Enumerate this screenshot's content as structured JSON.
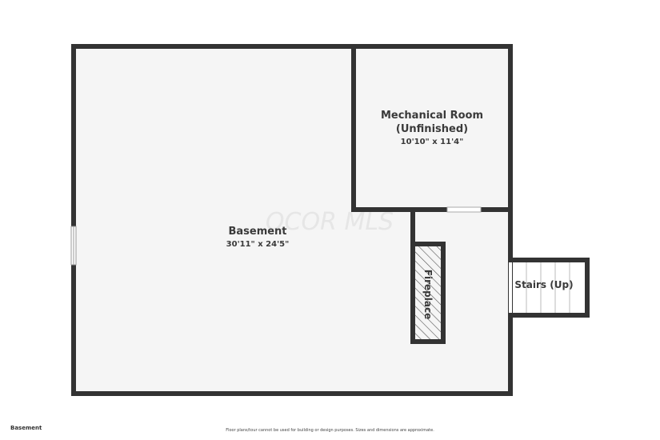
{
  "watermark": "OCOR MLS",
  "rooms": {
    "basement": {
      "name": "Basement",
      "dims": "30'11\" x 24'5\""
    },
    "mechanical": {
      "name_line1": "Mechanical Room",
      "name_line2": "(Unfinished)",
      "dims": "10'10\" x 11'4\""
    },
    "fireplace": {
      "name": "Fireplace"
    },
    "stairs": {
      "name": "Stairs (Up)"
    }
  },
  "footer": {
    "floor_label": "Basement",
    "disclaimer": "Floor plans/tour cannot be used for building or design purposes. Sizes and dimensions are approximate."
  },
  "colors": {
    "wall": "#333333",
    "floor": "#f5f5f5",
    "text": "#3a3a3a"
  }
}
